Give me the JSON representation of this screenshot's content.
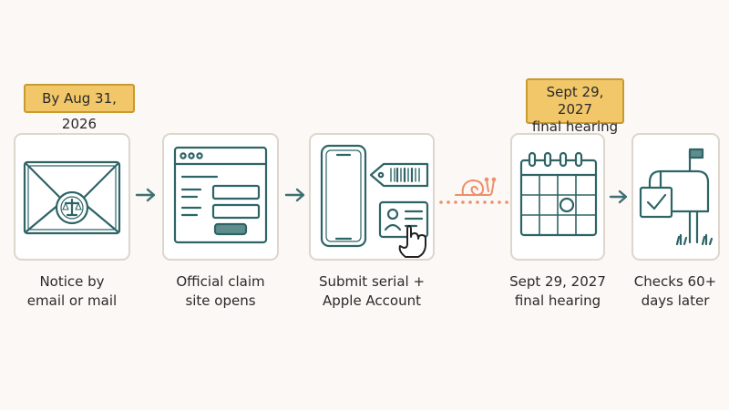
{
  "tags": {
    "deadline": "By Aug 31, 2026",
    "hearing_line1": "Sept 29, 2027",
    "hearing_line2": "final hearing"
  },
  "steps": [
    {
      "line1": "Notice by",
      "line2": "email or mail",
      "icon": "envelope-seal-icon"
    },
    {
      "line1": "Official claim",
      "line2": "site opens",
      "icon": "browser-form-icon"
    },
    {
      "line1": "Submit serial +",
      "line2": "Apple Account",
      "icon": "phone-id-card-icon"
    },
    {
      "line1": "Sept 29, 2027",
      "line2": "final hearing",
      "icon": "calendar-icon"
    },
    {
      "line1": "Checks 60+",
      "line2": "days later",
      "icon": "mailbox-check-icon"
    }
  ],
  "colors": {
    "ink": "#2e6466",
    "arrow": "#3d7072",
    "dotted_connector": "#ee8f6a",
    "snail": "#ee8f6a",
    "tag_fill": "#f1c76a",
    "tag_border": "#c99a2e"
  }
}
